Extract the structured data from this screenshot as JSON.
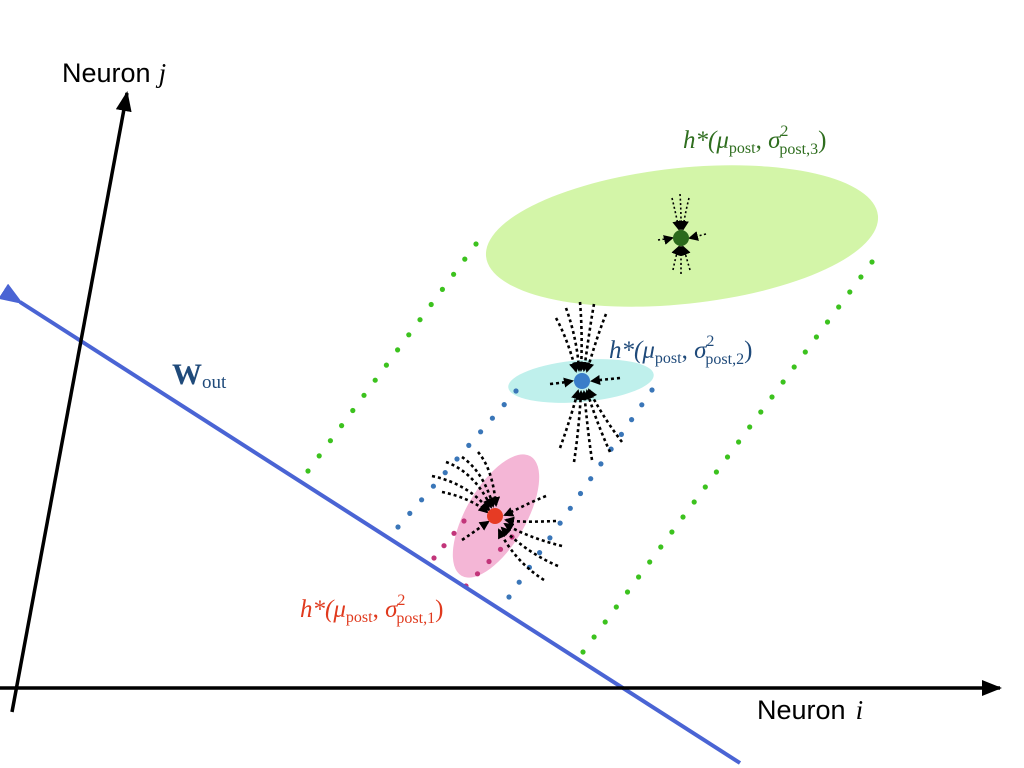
{
  "axes": {
    "x_label": "Neuron",
    "x_var": "i",
    "y_label": "Neuron",
    "y_var": "j"
  },
  "readout": {
    "symbol": "W",
    "subscript": "out",
    "color": "#4a64d4"
  },
  "attractors": [
    {
      "id": 1,
      "prefix": "h*(",
      "mu": "μ",
      "mu_sub": "post",
      "sep": ", ",
      "sigma": "σ",
      "sigma_sup": "2",
      "sigma_sub": "post,1",
      "suffix": ")",
      "label_color": "#e03a1e",
      "ellipse_color": "#f4b6d6",
      "point_color": "#e63b24",
      "projection_dot_color": "#c2357a"
    },
    {
      "id": 2,
      "prefix": "h*(",
      "mu": "μ",
      "mu_sub": "post",
      "sep": ", ",
      "sigma": "σ",
      "sigma_sup": "2",
      "sigma_sub": "post,2",
      "suffix": ")",
      "label_color": "#1f4a7a",
      "ellipse_color": "#bff0ec",
      "point_color": "#3a7ec9",
      "projection_dot_color": "#3a76b8"
    },
    {
      "id": 3,
      "prefix": "h*(",
      "mu": "μ",
      "mu_sub": "post",
      "sep": ", ",
      "sigma": "σ",
      "sigma_sup": "2",
      "sigma_sub": "post,3",
      "suffix": ")",
      "label_color": "#2f6e1f",
      "ellipse_color": "#d3f5a8",
      "point_color": "#2b6a1c",
      "projection_dot_color": "#3cc21e"
    }
  ]
}
